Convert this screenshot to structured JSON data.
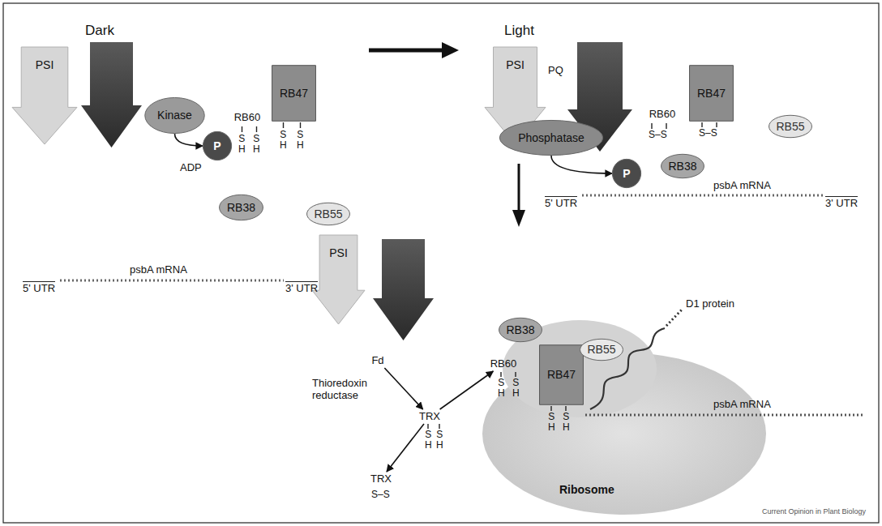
{
  "diagram": {
    "nodes": [
      {
        "text": [
          "PSI"
        ]
      },
      {
        "text": [
          "Kinase"
        ]
      },
      {
        "text": [
          "P"
        ]
      },
      {
        "text": [
          "RB60"
        ]
      },
      {
        "text": [
          "RB47"
        ]
      },
      {
        "text": [
          "RB38"
        ]
      },
      {
        "text": [
          "RB55"
        ]
      },
      {
        "text": [
          "PSI"
        ]
      },
      {
        "text": [
          "Phosphatase"
        ]
      },
      {
        "text": [
          "P"
        ]
      },
      {
        "text": [
          "RB60"
        ]
      },
      {
        "text": [
          "RB47"
        ]
      },
      {
        "text": [
          "RB55"
        ]
      },
      {
        "text": [
          "RB38"
        ]
      },
      {
        "text": [
          "PSI"
        ]
      },
      {
        "text": [
          "Fd"
        ]
      },
      {
        "text": [
          "TRX"
        ]
      },
      {
        "text": [
          "TRX"
        ]
      },
      {
        "text": [
          "RB38"
        ]
      },
      {
        "text": [
          "RB60"
        ]
      },
      {
        "text": [
          "RB47"
        ]
      },
      {
        "text": [
          "RB55"
        ]
      }
    ],
    "edges": [
      {
        "from": 1,
        "to": 2,
        "arrow": "to"
      },
      {
        "from": 8,
        "to": 9,
        "arrow": "to"
      },
      {
        "from": 15,
        "to": 16,
        "arrow": "to"
      },
      {
        "from": 16,
        "to": 17,
        "arrow": "to"
      },
      {
        "from": 16,
        "to": 19,
        "arrow": "to"
      }
    ],
    "labels": [
      "Dark",
      "Light",
      "ADP",
      "PQ",
      "Thioredoxin reductase",
      "D1 protein",
      "5' UTR",
      "psbA mRNA",
      "3' UTR",
      "5' UTR",
      "psbA mRNA",
      "3' UTR",
      "psbA mRNA",
      "S H",
      "S H",
      "S H",
      "S H",
      "S–S",
      "S–S",
      "S H",
      "S H",
      "S–S",
      "S H",
      "S H",
      "S H",
      "S H",
      "Current Opinion in Plant Biology",
      "Ribosome"
    ]
  }
}
